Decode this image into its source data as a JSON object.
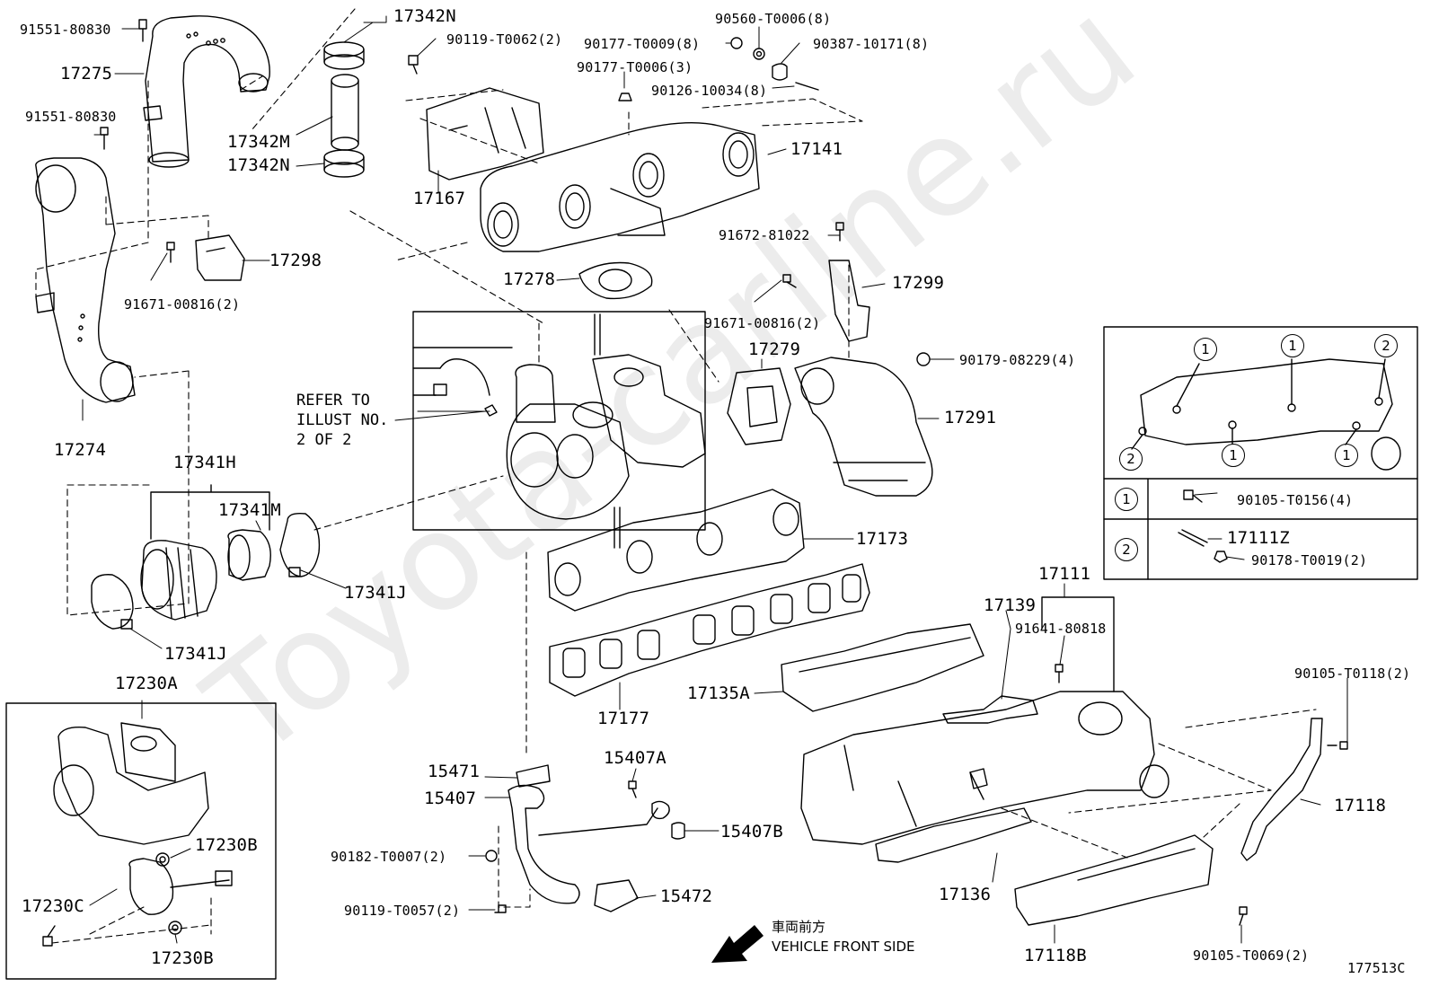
{
  "watermark": "Toyota-carline.ru",
  "diagram_id": "177513C",
  "refer_note": "REFER TO\nILLUST NO.\n2 OF 2",
  "front_jp": "車両前方",
  "front_en": "VEHICLE FRONT SIDE",
  "parts": {
    "p91551_80830_top": "91551-80830",
    "p17275": "17275",
    "p91551_80830_mid": "91551-80830",
    "p17298": "17298",
    "p91671_00816_left": "91671-00816(2)",
    "p17274": "17274",
    "p17342N_top": "17342N",
    "p17342M": "17342M",
    "p17342N_bot": "17342N",
    "p90119_T0062": "90119-T0062(2)",
    "p90177_T0009": "90177-T0009(8)",
    "p90560_T0006": "90560-T0006(8)",
    "p90387_10171": "90387-10171(8)",
    "p90177_T0006": "90177-T0006(3)",
    "p90126_10034": "90126-10034(8)",
    "p17141": "17141",
    "p17167": "17167",
    "p91672_81022": "91672-81022",
    "p17278": "17278",
    "p17299": "17299",
    "p91671_00816_right": "91671-00816(2)",
    "p17279": "17279",
    "p90179_08229": "90179-08229(4)",
    "p17291": "17291",
    "p17341H": "17341H",
    "p17341M": "17341M",
    "p17341J_right": "17341J",
    "p17341J_bot": "17341J",
    "p17173": "17173",
    "p17111": "17111",
    "p17139": "17139",
    "p91641_80818": "91641-80818",
    "p17135A": "17135A",
    "p17177": "17177",
    "p90105_T0118": "90105-T0118(2)",
    "p17230A": "17230A",
    "p17230B_top": "17230B",
    "p17230C": "17230C",
    "p17230B_bot": "17230B",
    "p15471": "15471",
    "p15407A": "15407A",
    "p15407": "15407",
    "p15407B": "15407B",
    "p90182_T0007": "90182-T0007(2)",
    "p15472": "15472",
    "p90119_T0057": "90119-T0057(2)",
    "p17118": "17118",
    "p17136": "17136",
    "p17118B": "17118B",
    "p90105_T0069": "90105-T0069(2)"
  },
  "legend": {
    "circle1": "1",
    "circle2": "2",
    "row1_part": "90105-T0156(4)",
    "row2_stud": "17111Z",
    "row2_nut": "90178-T0019(2)"
  }
}
